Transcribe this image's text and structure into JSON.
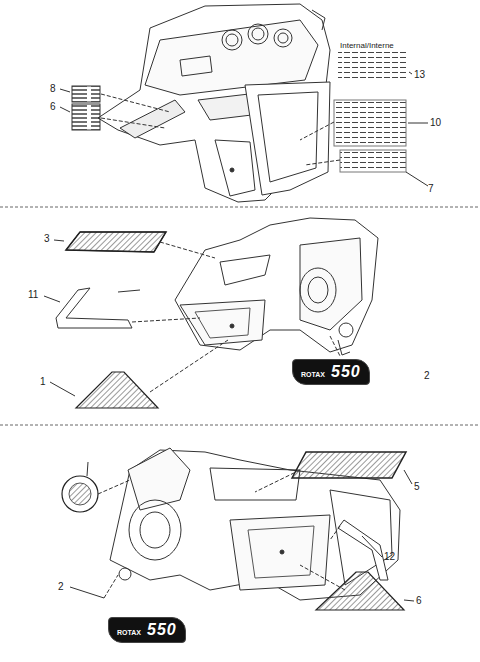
{
  "diagram": {
    "nodes": [
      {
        "text": [
          "ROTAX",
          "550"
        ]
      },
      {
        "text": [
          "ROTAX",
          "550"
        ]
      }
    ],
    "labels": [
      "Internal/Interne",
      "13",
      "8",
      "6",
      "10",
      "7",
      "3",
      "11",
      "1",
      "2",
      "5",
      "12",
      "2",
      "6"
    ]
  }
}
